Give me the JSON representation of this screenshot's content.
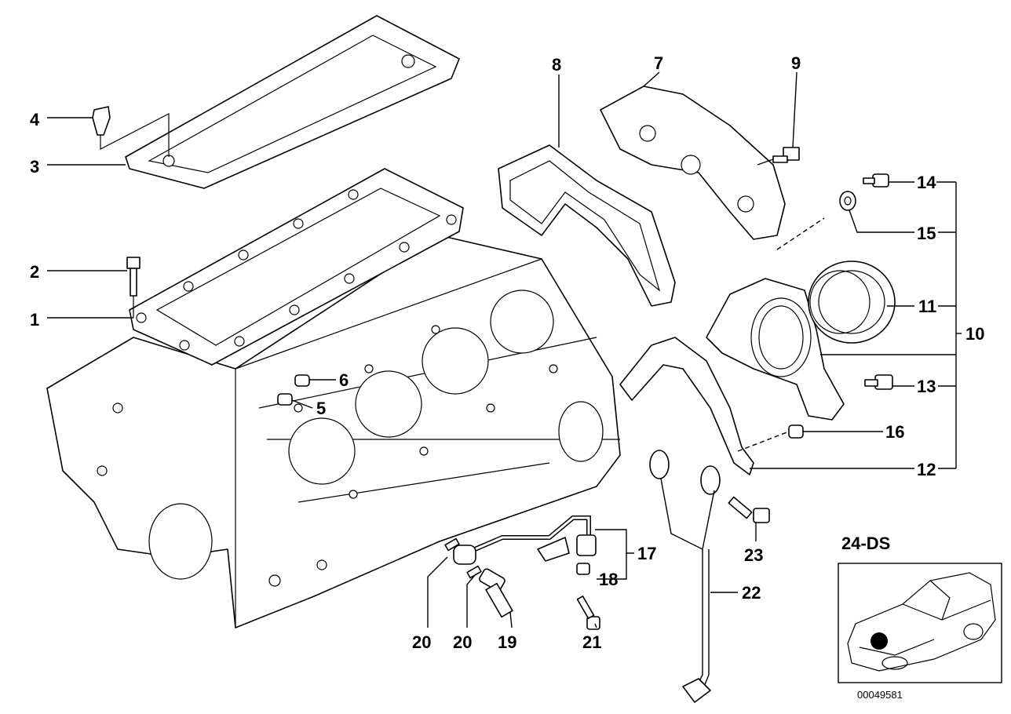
{
  "diagram": {
    "callouts": {
      "c1": "1",
      "c2": "2",
      "c3": "3",
      "c4": "4",
      "c5": "5",
      "c6": "6",
      "c7": "7",
      "c8": "8",
      "c9": "9",
      "c10": "10",
      "c11": "11",
      "c12": "12",
      "c13": "13",
      "c14": "14",
      "c15": "15",
      "c16": "16",
      "c17": "17",
      "c18": "18",
      "c19": "19",
      "c20a": "20",
      "c20b": "20",
      "c21": "21",
      "c22": "22",
      "c23": "23"
    },
    "inset_label": "24-DS",
    "image_code": "00049581"
  }
}
